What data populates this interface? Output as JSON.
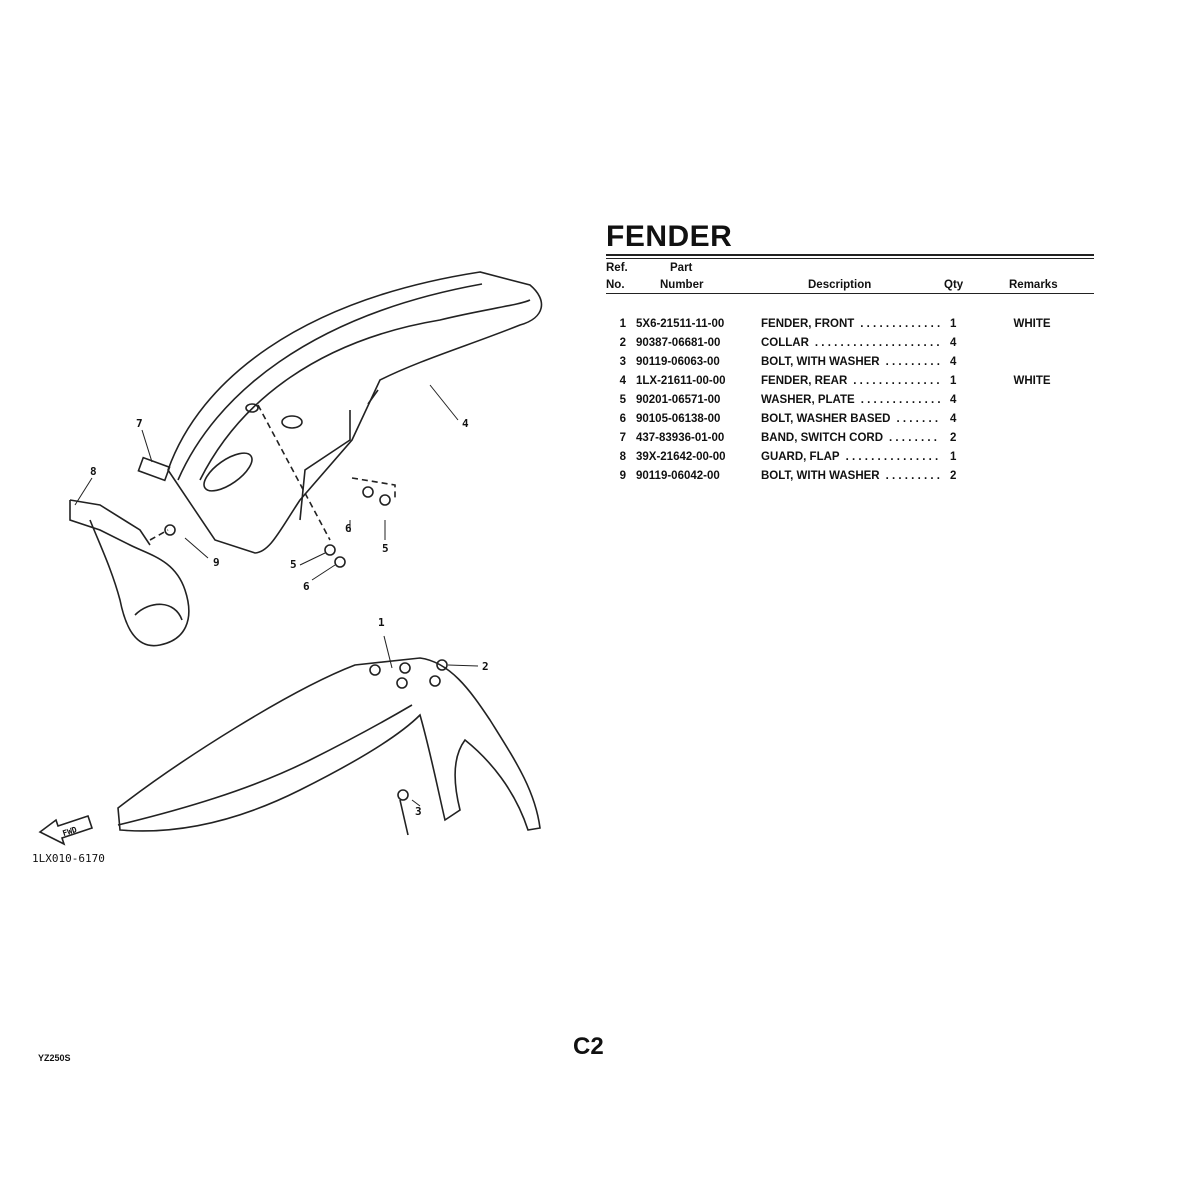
{
  "section_title": "FENDER",
  "table": {
    "headers": {
      "ref_line1": "Ref.",
      "ref_line2": "No.",
      "part_line1": "Part",
      "part_line2": "Number",
      "description": "Description",
      "qty": "Qty",
      "remarks": "Remarks"
    },
    "rows": [
      {
        "ref": "1",
        "part": "5X6-21511-11-00",
        "desc": "FENDER, FRONT",
        "qty": "1",
        "remarks": "WHITE"
      },
      {
        "ref": "2",
        "part": "90387-06681-00",
        "desc": "COLLAR",
        "qty": "4",
        "remarks": ""
      },
      {
        "ref": "3",
        "part": "90119-06063-00",
        "desc": "BOLT, WITH WASHER",
        "qty": "4",
        "remarks": ""
      },
      {
        "ref": "4",
        "part": "1LX-21611-00-00",
        "desc": "FENDER, REAR",
        "qty": "1",
        "remarks": "WHITE"
      },
      {
        "ref": "5",
        "part": "90201-06571-00",
        "desc": "WASHER, PLATE",
        "qty": "4",
        "remarks": ""
      },
      {
        "ref": "6",
        "part": "90105-06138-00",
        "desc": "BOLT, WASHER BASED",
        "qty": "4",
        "remarks": ""
      },
      {
        "ref": "7",
        "part": "437-83936-01-00",
        "desc": "BAND, SWITCH CORD",
        "qty": "2",
        "remarks": ""
      },
      {
        "ref": "8",
        "part": "39X-21642-00-00",
        "desc": "GUARD, FLAP",
        "qty": "1",
        "remarks": ""
      },
      {
        "ref": "9",
        "part": "90119-06042-00",
        "desc": "BOLT, WITH WASHER",
        "qty": "2",
        "remarks": ""
      }
    ]
  },
  "diagram": {
    "callouts": [
      "1",
      "2",
      "3",
      "4",
      "5",
      "5",
      "6",
      "6",
      "7",
      "8",
      "9"
    ],
    "fwd_label": "FWD",
    "drawing_code": "1LX010-6170"
  },
  "page_number": "C2",
  "model": "YZ250S"
}
